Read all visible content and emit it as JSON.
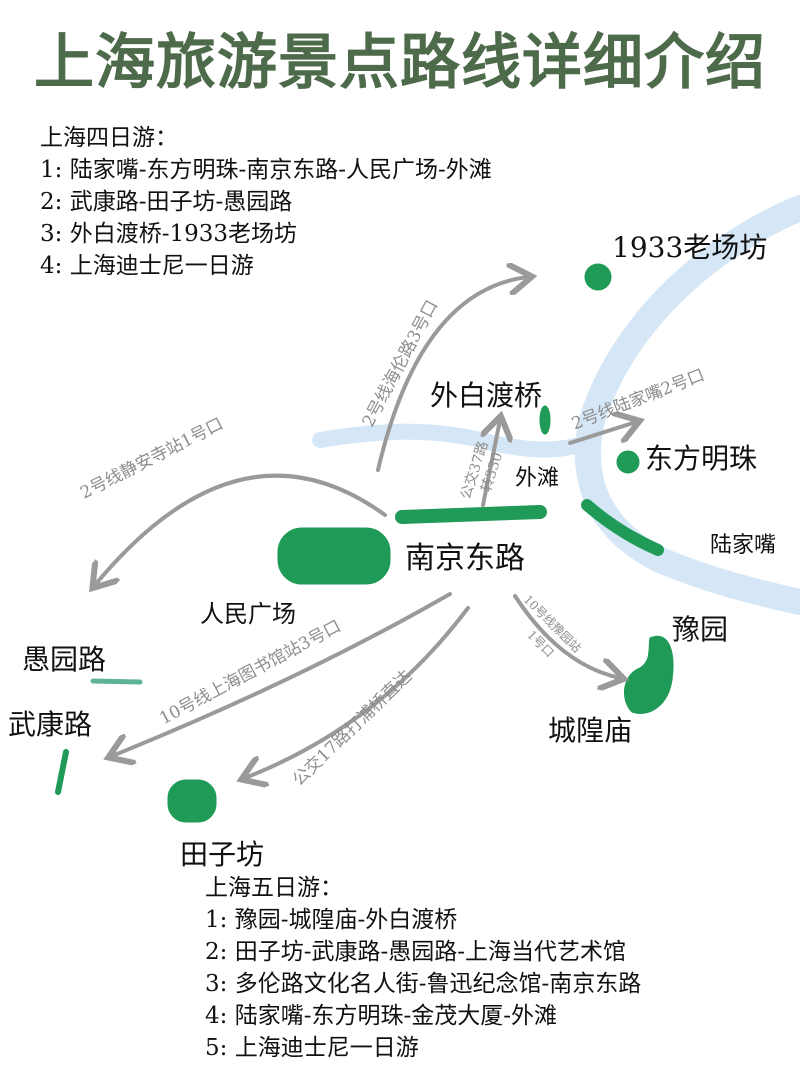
{
  "title": "上海旅游景点路线详细介绍",
  "four_day": {
    "heading": "上海四日游：",
    "items": [
      "1: 陆家嘴-东方明珠-南京东路-人民广场-外滩",
      "2: 武康路-田子坊-愚园路",
      "3: 外白渡桥-1933老场坊",
      "4: 上海迪士尼一日游"
    ]
  },
  "places": {
    "laochangfang": "1933老场坊",
    "waibaidu": "外白渡桥",
    "dongfang": "东方明珠",
    "waitan": "外滩",
    "lujiazui": "陆家嘴",
    "nanjing": "南京东路",
    "renmin": "人民广场",
    "yuyuan": "豫园",
    "yuyuanlu": "愚园路",
    "wukang": "武康路",
    "chenghuang": "城隍庙",
    "tianzifang": "田子坊"
  },
  "routes": {
    "jingan": "2号线静安寺站1号口",
    "hailun": "2号线海伦路3号口",
    "lujiazui": "2号线陆家嘴2号口",
    "bus37_a": "公交37路",
    "bus37_b": "转330",
    "library": "10号线上海图书馆站3号口",
    "bus17": "公交17路打浦桥直达",
    "yuyuan_a": "10号线豫园站",
    "yuyuan_b": "1号口"
  },
  "five_day": {
    "heading": "上海五日游：",
    "items": [
      "1: 豫园-城隍庙-外白渡桥",
      "2: 田子坊-武康路-愚园路-上海当代艺术馆",
      "3: 多伦路文化名人街-鲁迅纪念馆-南京东路",
      "4: 陆家嘴-东方明珠-金茂大厦-外滩",
      "5: 上海迪士尼一日游"
    ]
  },
  "colors": {
    "title": "#4d6a4a",
    "river": "#d5e7f6",
    "green": "#1f9a57",
    "arrow": "#9a9a9a"
  }
}
